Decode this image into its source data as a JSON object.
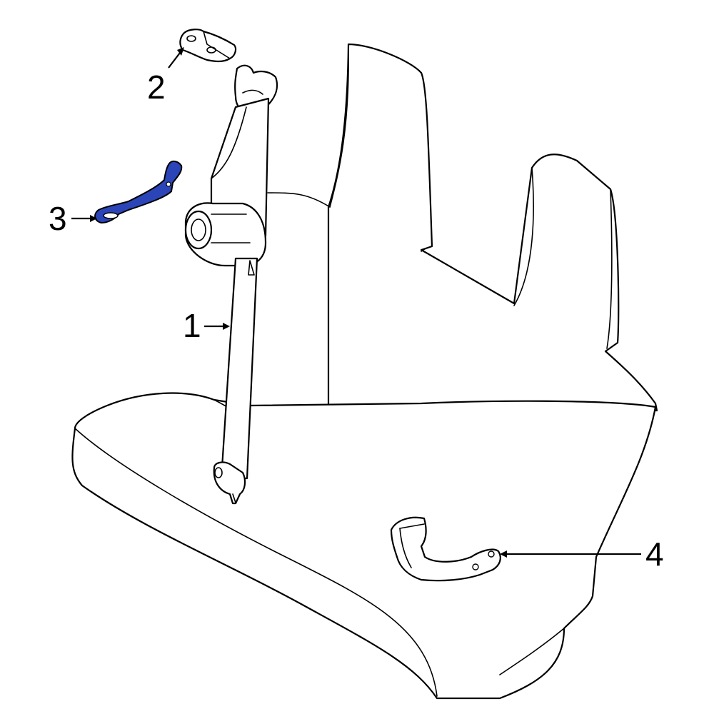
{
  "callouts": [
    {
      "id": "1",
      "label": "1"
    },
    {
      "id": "2",
      "label": "2"
    },
    {
      "id": "3",
      "label": "3"
    },
    {
      "id": "4",
      "label": "4"
    }
  ],
  "colors": {
    "highlight": "#2b45b8",
    "line": "#000000",
    "background": "#ffffff"
  },
  "highlighted_part": "3"
}
